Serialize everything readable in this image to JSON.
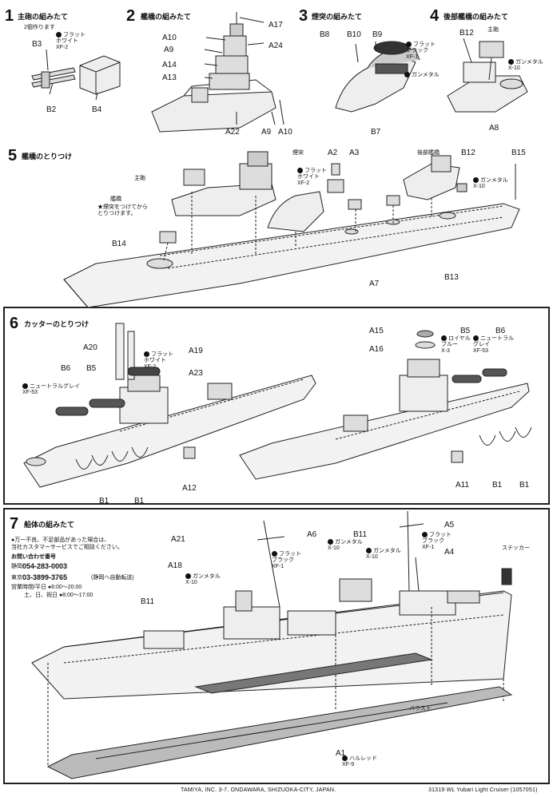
{
  "steps": [
    {
      "num": "1",
      "title": "主砲の組みたて",
      "sub": "2個作ります"
    },
    {
      "num": "2",
      "title": "艦橋の組みたて"
    },
    {
      "num": "3",
      "title": "煙突の組みたて"
    },
    {
      "num": "4",
      "title": "後部艦橋の組みたて"
    },
    {
      "num": "5",
      "title": "艦橋のとりつけ"
    },
    {
      "num": "6",
      "title": "カッターのとりつけ"
    },
    {
      "num": "7",
      "title": "船体の組みたて"
    }
  ],
  "labels": {
    "s1": [
      "B3",
      "B2",
      "B4"
    ],
    "s2": [
      "A17",
      "A10",
      "A24",
      "A9",
      "A14",
      "A13",
      "A22",
      "A9",
      "A10"
    ],
    "s3": [
      "B8",
      "B10",
      "B9",
      "B7"
    ],
    "s4": [
      "B12",
      "主砲",
      "A8"
    ],
    "s5": [
      "煙突",
      "A2",
      "A3",
      "後部艦橋",
      "B12",
      "B15",
      "主砲",
      "艦橋",
      "B14",
      "A7",
      "B13"
    ],
    "s6": [
      "A20",
      "A19",
      "A23",
      "B6",
      "B5",
      "A12",
      "B1",
      "B1",
      "A15",
      "A16",
      "B5",
      "B6",
      "A11",
      "B1",
      "B1"
    ],
    "s7": [
      "A21",
      "A18",
      "B11",
      "A6",
      "B11",
      "A5",
      "A4",
      "ステッカー",
      "バラスト",
      "A1"
    ]
  },
  "paints": {
    "s1_flat_white": "フラット\nホワイト\nXF-2",
    "s3_flat_black": "フラット\nブラック\nXF-1",
    "s3_gunmetal": "ガンメタル",
    "s4_gunmetal": "ガンメタル\nX-10",
    "s5_flat_white": "フラット\nホワイト\nXF-2",
    "s5_gunmetal": "ガンメタル\nX-10",
    "s5_bridge_note": "★煙突をつけてから\nとりつけます。",
    "s6_flat_white": "フラット\nホワイト\nXF-2",
    "s6_neutral_grey_l": "ニュートラルグレイ\nXF-53",
    "s6_royal_blue": "ロイヤル\nブルー\nX-3",
    "s6_neutral_grey_r": "ニュートラル\nグレイ\nXF-53",
    "s7_flat_black_a": "フラット\nブラック\nXF-1",
    "s7_gunmetal_a": "ガンメタル\nX-10",
    "s7_gunmetal_b": "ガンメタル\nX-10",
    "s7_gunmetal_c": "ガンメタル\nX-10",
    "s7_flat_black_b": "フラット\nブラック\nXF-1",
    "s7_hull_red": "ハルレッド\nXF-9"
  },
  "support": {
    "note": "●万一不良、不足部品があった場合は、\n当社カスタマーサービスでご相談ください。",
    "heading": "お問い合わせ番号",
    "city1": "静岡",
    "phone1": "054-283-0003",
    "city2": "東京",
    "phone2": "03-3899-3765",
    "phone2_note": "(静岡へ自動転送)",
    "hours1": "営業時間/平日 ●8:00〜20:00",
    "hours2": "土、日、祝日 ●8:00〜17:00"
  },
  "footer": {
    "company": "TAMIYA, INC. 3-7, ONDAWARA, SHIZUOKA-CITY, JAPAN.",
    "product": "31319 WL Yubari Light Cruiser (1057051)"
  }
}
